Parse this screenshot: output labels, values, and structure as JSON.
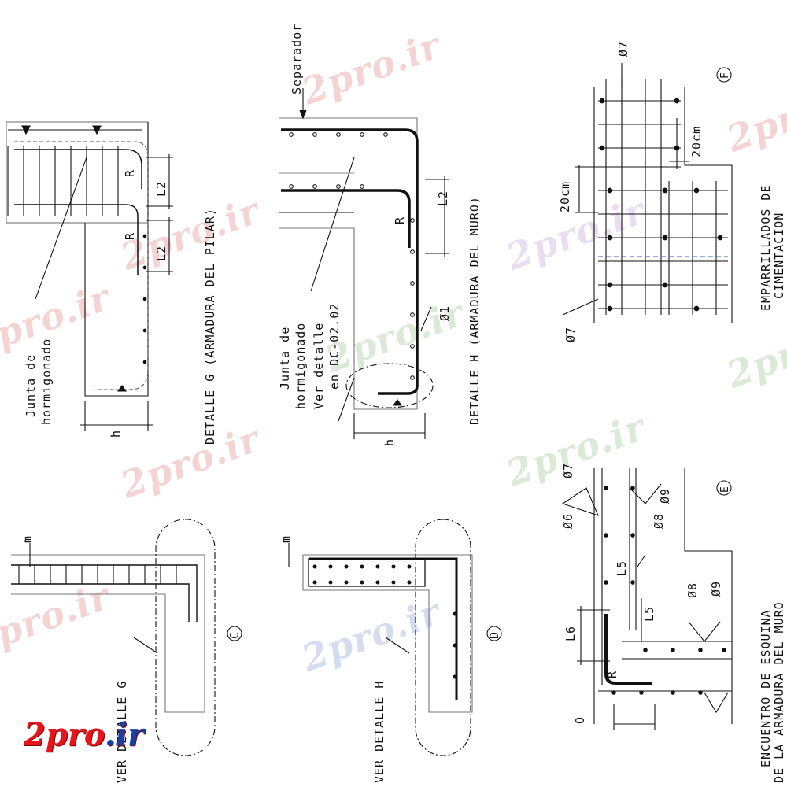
{
  "watermark": "2pro.ir",
  "logo": {
    "main": "2pro",
    "dot": ".ir"
  },
  "details": {
    "g": {
      "title": "DETALLE G (ARMADURA DEL PILAR)",
      "junta_1": "Junta de",
      "junta_2": "hormigonado",
      "dim_h": "h",
      "dim_l2": "L2",
      "radius": "R"
    },
    "h": {
      "title": "DETALLE H (ARMADURA DEL MURO)",
      "separador": "Separador",
      "junta_1": "Junta de",
      "junta_2": "hormigonado",
      "ver_1": "Ver detalle",
      "ver_2": "en DC-02.02",
      "dim_h": "h",
      "dim_l2": "L2",
      "radius": "R",
      "phi": "Ø1"
    },
    "f": {
      "title_1": "EMPARRILLADOS DE",
      "title_2": "CIMENTACION",
      "marker": "F",
      "phi7_top": "Ø7",
      "phi7_bot": "Ø7",
      "dim_20a": "20cm",
      "dim_20b": "20cm"
    },
    "c": {
      "marker": "C",
      "ver": "VER DETALLE G",
      "m": "m"
    },
    "d": {
      "marker": "D",
      "ver": "VER DETALLE H",
      "m": "m"
    },
    "e": {
      "title_1": "ENCUENTRO DE ESQUINA",
      "title_2": "DE LA ARMADURA DEL MURO",
      "marker": "E",
      "phi6": "Ø6",
      "phi7": "Ø7",
      "phi8a": "Ø8",
      "phi9a": "Ø9",
      "phi8b": "Ø8",
      "phi9b": "Ø9",
      "l5a": "L5",
      "l5b": "L5",
      "l6": "L6",
      "radius": "R",
      "circle": "O"
    }
  }
}
